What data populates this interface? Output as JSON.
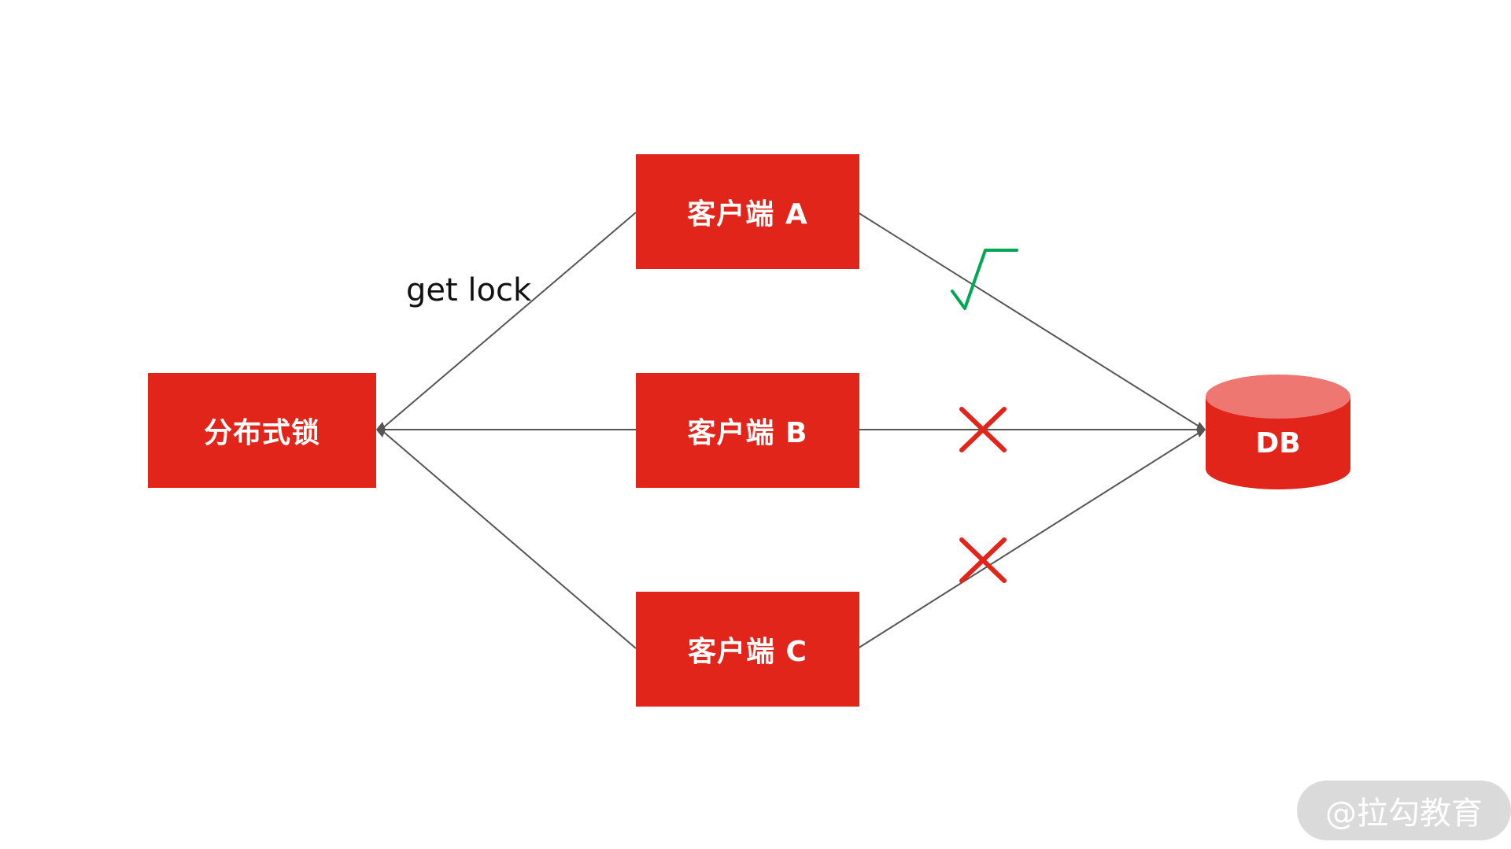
{
  "colors": {
    "box_fill": "#e1251b",
    "db_top": "#ee7772",
    "edge": "#555555",
    "check": "#00a651",
    "cross": "#e1251b"
  },
  "nodes": {
    "lock": {
      "label": "分布式锁"
    },
    "client_a": {
      "label": "客户端 A"
    },
    "client_b": {
      "label": "客户端 B"
    },
    "client_c": {
      "label": "客户端 C"
    },
    "db": {
      "label": "DB"
    }
  },
  "edges": {
    "lock_to_a": {
      "label": "get lock"
    }
  },
  "marks": {
    "a_to_db": "check-icon",
    "b_to_db": "cross-icon",
    "c_to_db": "cross-icon"
  },
  "watermark": {
    "text": "@拉勾教育"
  }
}
